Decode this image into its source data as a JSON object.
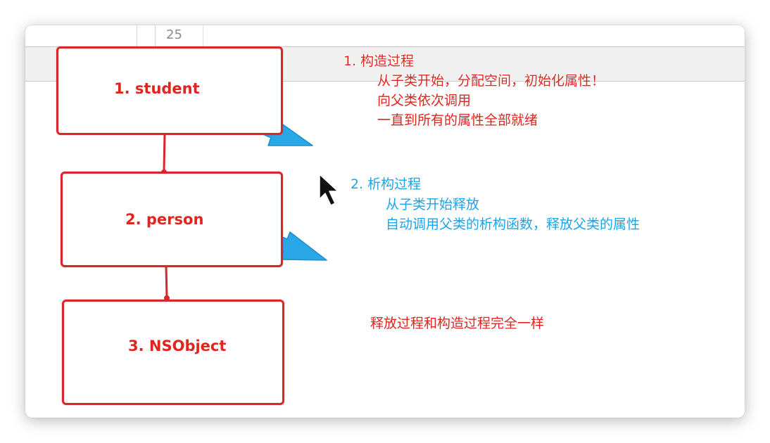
{
  "editor": {
    "line_number": "25"
  },
  "boxes": [
    {
      "label": "1. student"
    },
    {
      "label": "2. person"
    },
    {
      "label": "3. NSObject"
    }
  ],
  "construction": {
    "title": "1. 构造过程",
    "lines": [
      "从子类开始，分配空间，初始化属性！",
      "向父类依次调用",
      "一直到所有的属性全部就绪"
    ]
  },
  "destruction": {
    "title": "2. 析构过程",
    "lines": [
      "从子类开始释放",
      "自动调用父类的析构函数，释放父类的属性"
    ]
  },
  "summary": "释放过程和构造过程完全一样",
  "colors": {
    "box_border": "#d8262b",
    "red_text": "#e0241f",
    "blue_text": "#1aa5e8",
    "arrow_blue": "#2aa7e6",
    "connector_red": "#d8262b"
  },
  "icons": [
    "mouse-cursor-icon"
  ]
}
